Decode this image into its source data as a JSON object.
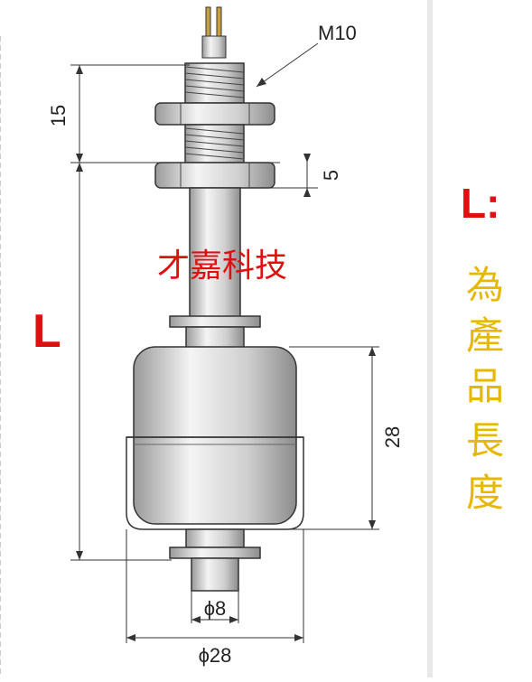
{
  "diagram": {
    "labels": {
      "thread": "M10",
      "dim_top": "15",
      "dim_nut": "5",
      "dim_float": "28",
      "dim_stem": "ϕ8",
      "dim_base": "ϕ28",
      "length_symbol": "L",
      "watermark": "才嘉科技"
    }
  },
  "legend": {
    "symbol": "L:",
    "chars": [
      "為",
      "產",
      "品",
      "長",
      "度"
    ]
  },
  "colors": {
    "line": "#333333",
    "length_symbol": "#e01010",
    "watermark": "#e01010",
    "legend_text": "#e6b800"
  }
}
